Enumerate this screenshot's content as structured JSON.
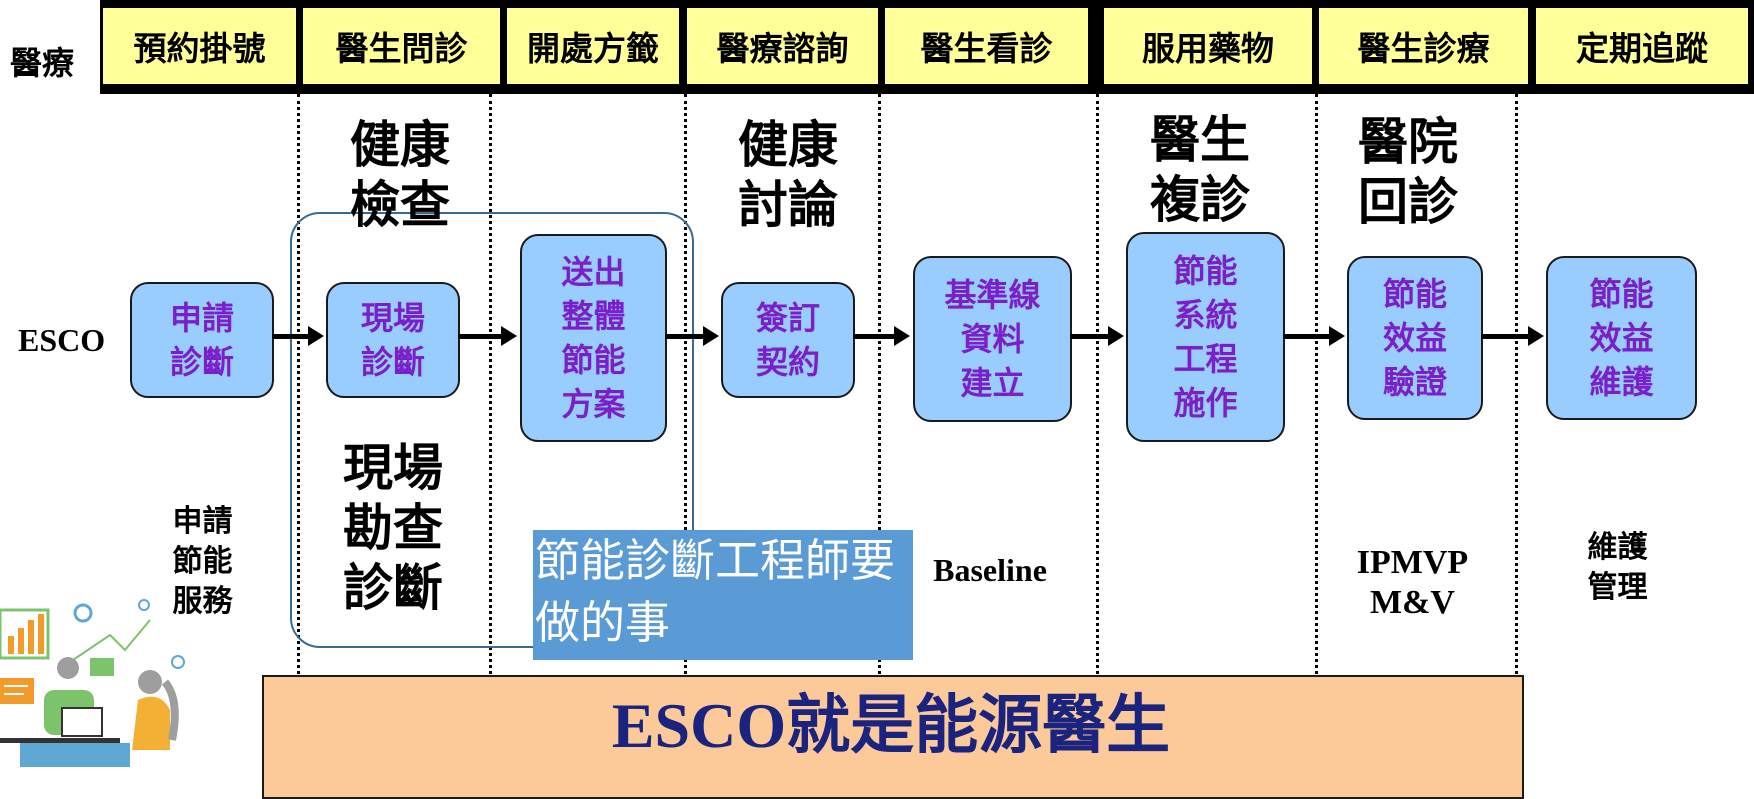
{
  "header": {
    "row_label": "醫療",
    "cells": [
      "預約掛號",
      "醫生問診",
      "開處方籤",
      "醫療諮詢",
      "醫生看診",
      "服用藥物",
      "醫生診療",
      "定期追蹤"
    ]
  },
  "esco_label": "ESCO",
  "big_labels": {
    "health_check": "健康\n檢查",
    "health_discuss": "健康\n討論",
    "doctor_revisit": "醫生\n複診",
    "hospital_revisit": "醫院\n回診",
    "site_survey": "現場\n勘查\n診斷"
  },
  "steps": [
    {
      "label": "申請\n診斷"
    },
    {
      "label": "現場\n診斷"
    },
    {
      "label": "送出\n整體\n節能\n方案"
    },
    {
      "label": "簽訂\n契約"
    },
    {
      "label": "基準線\n資料\n建立"
    },
    {
      "label": "節能\n系統\n工程\n施作"
    },
    {
      "label": "節能\n效益\n驗證"
    },
    {
      "label": "節能\n效益\n維護"
    }
  ],
  "bottom_labels": {
    "apply_service": "申請\n節能\n服務",
    "baseline": "Baseline",
    "ipmvp": "IPMVP\nM&V",
    "maintain": "維護\n管理"
  },
  "callout": "節能診斷工程師要做的事",
  "banner": "ESCO就是能源醫生",
  "colors": {
    "header_cell": "#ffff99",
    "step_box": "#99ccff",
    "step_text": "#7a1fc9",
    "callout_bg": "#5b9bd5",
    "banner_bg": "#fcc998",
    "banner_text": "#1a237e"
  }
}
